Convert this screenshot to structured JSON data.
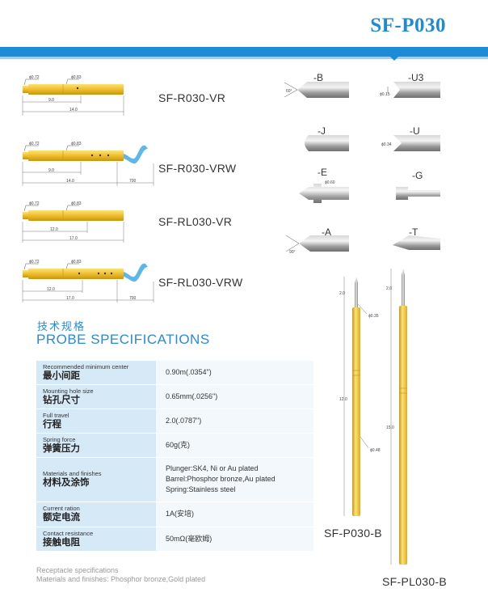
{
  "header": {
    "title": "SF-P030"
  },
  "probes": [
    {
      "model": "SF-R030-VR",
      "dia_small": "ϕ0.72",
      "dia_large": "ϕ0.83",
      "dim_short": "9.0",
      "dim_long": "14.0"
    },
    {
      "model": "SF-R030-VRW",
      "dia_small": "ϕ0.72",
      "dia_large": "ϕ0.83",
      "dim_short": "9.0",
      "dim_long": "14.0",
      "dim_wire": "700"
    },
    {
      "model": "SF-RL030-VR",
      "dia_small": "ϕ0.72",
      "dia_large": "ϕ0.83",
      "dim_short": "12.0",
      "dim_long": "17.0"
    },
    {
      "model": "SF-RL030-VRW",
      "dia_small": "ϕ0.72",
      "dia_large": "ϕ0.83",
      "dim_short": "12.0",
      "dim_long": "17.0",
      "dim_wire": "700"
    }
  ],
  "tips": {
    "b": {
      "label": "-B",
      "angle": "60°"
    },
    "u3": {
      "label": "-U3",
      "dia": "ϕ0.15"
    },
    "j": {
      "label": "-J"
    },
    "u": {
      "label": "-U",
      "dia": "ϕ0.34"
    },
    "e": {
      "label": "-E",
      "dia": "ϕ0.60"
    },
    "g": {
      "label": "-G"
    },
    "a": {
      "label": "-A",
      "angle": "90°"
    },
    "t": {
      "label": "-T"
    }
  },
  "spec": {
    "title_cn": "技术规格",
    "title_en": "PROBE SPECIFICATIONS",
    "rows": [
      {
        "en": "Recommended minimum center",
        "cn": "最小间距",
        "value": "0.90m(.0354\")"
      },
      {
        "en": "Mounting hole size",
        "cn": "钻孔尺寸",
        "value": "0.65mm(.0256\")"
      },
      {
        "en": "Full travel",
        "cn": "行程",
        "value": "2.0(.0787\")"
      },
      {
        "en": "Spring force",
        "cn": "弹簧压力",
        "value": "60g(克)"
      },
      {
        "en": "Materials and finishes",
        "cn": "材料及涂饰",
        "value_lines": [
          "Plunger:SK4, Ni or Au plated",
          "Barrel:Phosphor bronze,Au plated",
          "Spring:Stainless steel"
        ]
      },
      {
        "en": "Current ration",
        "cn": "额定电流",
        "value": "1A(安培)"
      },
      {
        "en": "Contact resistance",
        "cn": "接触电阻",
        "value": "50mΩ(毫欧姆)"
      }
    ]
  },
  "receptacle": {
    "title": "Receptacle specifications",
    "text": "Materials and finishes: Phosphor bronze,Gold plated"
  },
  "tall_probes": [
    {
      "model": "SF-P030-B",
      "dim_tip": "2.0",
      "dim_body": "12.0",
      "dia_tip": "ϕ0.35",
      "dia_body": "ϕ0.48"
    },
    {
      "model": "SF-PL030-B",
      "dim_tip": "2.0",
      "dim_body": "15.0"
    }
  ],
  "colors": {
    "accent": "#1e8bd6",
    "gold": "#f2c230",
    "wire": "#5bb8e8",
    "steel": "#9a9a9a"
  }
}
